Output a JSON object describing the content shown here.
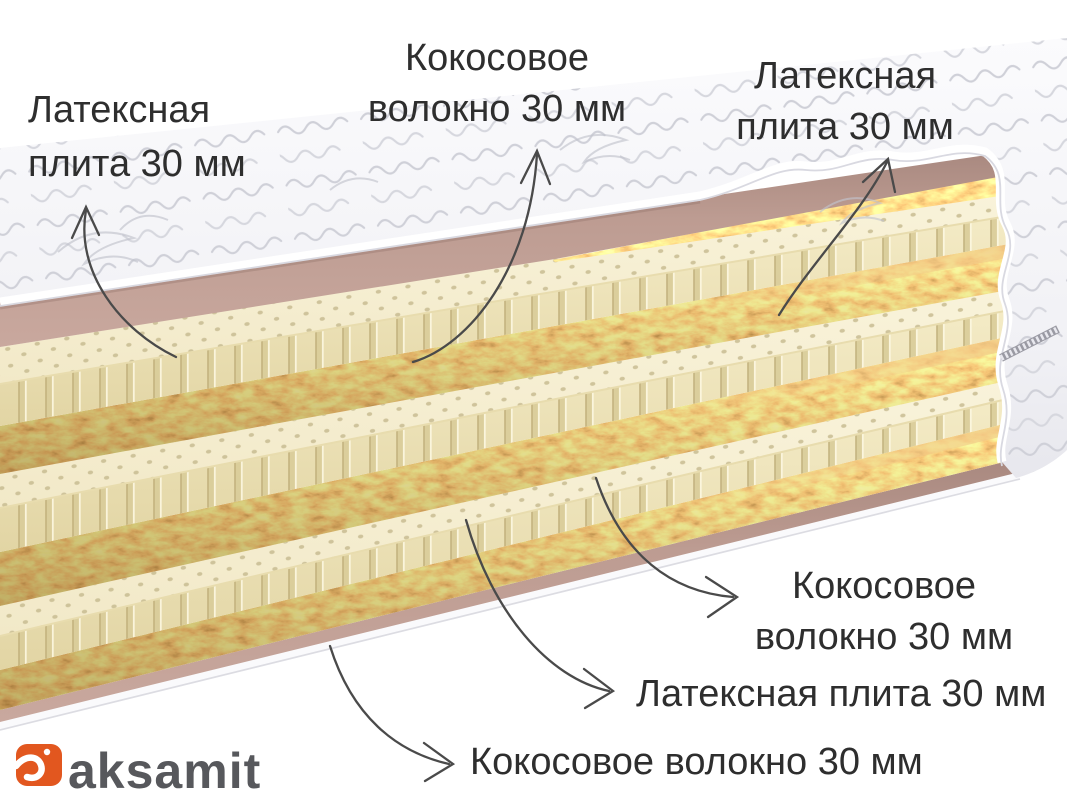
{
  "brand": {
    "logo_text": "aksamit"
  },
  "diagram": {
    "title_hint": "mattress layers cutaway",
    "labels": {
      "top_left": {
        "line1": "Латексная",
        "line2": "плита 30 мм"
      },
      "top_center": {
        "line1": "Кокосовое",
        "line2": "волокно 30 мм"
      },
      "top_right": {
        "line1": "Латексная",
        "line2": "плита 30 мм"
      },
      "right_middle": {
        "line1": "Кокосовое",
        "line2": "волокно 30 мм"
      },
      "bottom_right": {
        "text": "Латексная плита 30 мм"
      },
      "bottom": {
        "text": "Кокосовое волокно 30 мм"
      }
    },
    "layers_top_to_bottom": [
      {
        "material": "Латексная плита",
        "thickness": "30 мм"
      },
      {
        "material": "Кокосовое волокно",
        "thickness": "30 мм"
      },
      {
        "material": "Латексная плита",
        "thickness": "30 мм"
      },
      {
        "material": "Кокосовое волокно",
        "thickness": "30 мм"
      },
      {
        "material": "Латексная плита",
        "thickness": "30 мм"
      },
      {
        "material": "Кокосовое волокно",
        "thickness": "30 мм"
      }
    ]
  },
  "colors": {
    "cover_white": "#f3f3f6",
    "quilt_stitch": "#cfd0d8",
    "mauve_sheet": "#bb9a90",
    "latex_cream": "#f6efd2",
    "latex_face": "#f1e7c0",
    "coconut_brown": "#b4743a",
    "label_text": "#2e2e2e",
    "arrow": "#4a4a4a",
    "logo_orange": "#e2571f",
    "logo_text": "#57585c"
  }
}
